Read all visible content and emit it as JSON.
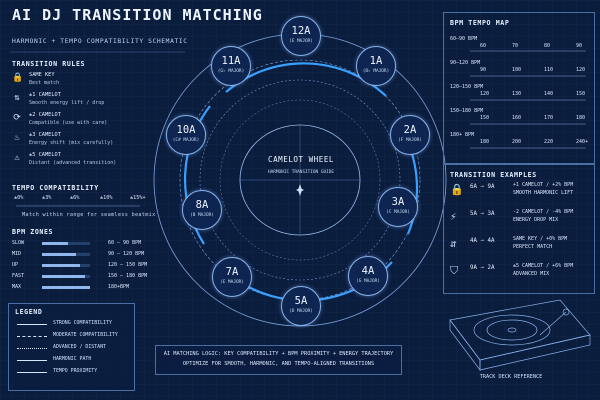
{
  "title": "AI DJ TRANSITION MATCHING",
  "subtitle": "HARMONIC + TEMPO COMPATIBILITY SCHEMATIC",
  "transition_rules": {
    "heading": "TRANSITION RULES",
    "items": [
      {
        "icon": "lock-icon",
        "label": "SAME KEY",
        "desc": "Best match"
      },
      {
        "icon": "arrow-up-icon",
        "label": "±1 CAMELOT",
        "desc": "Smooth energy lift / drop"
      },
      {
        "icon": "sync-icon",
        "label": "±2 CAMELOT",
        "desc": "Compatible (use with care)"
      },
      {
        "icon": "flame-icon",
        "label": "±3 CAMELOT",
        "desc": "Energy shift (mix carefully)"
      },
      {
        "icon": "warning-icon",
        "label": "±5 CAMELOT",
        "desc": "Distant (advanced transition)"
      }
    ]
  },
  "tempo_compat": {
    "heading": "TEMPO COMPATIBILITY",
    "values": [
      "±0%",
      "±3%",
      "±6%",
      "±10%",
      "±15%+"
    ],
    "note": "Match within range for seamless beatmix"
  },
  "bpm_zones": {
    "heading": "BPM ZONES",
    "rows": [
      {
        "name": "SLOW",
        "range": "60 – 90 BPM",
        "level": 0.55
      },
      {
        "name": "MID",
        "range": "90 – 120 BPM",
        "level": 0.7
      },
      {
        "name": "UP",
        "range": "120 – 150 BPM",
        "level": 0.8
      },
      {
        "name": "FAST",
        "range": "150 – 180 BPM",
        "level": 0.9
      },
      {
        "name": "MAX",
        "range": "180+BPM",
        "level": 1.0
      }
    ]
  },
  "legend": {
    "heading": "LEGEND",
    "items": [
      {
        "label": "STRONG COMPATIBILITY"
      },
      {
        "label": "MODERATE COMPATIBILITY"
      },
      {
        "label": "ADVANCED / DISTANT"
      },
      {
        "label": "HARMONIC PATH"
      },
      {
        "label": "TEMPO PROXIMITY"
      }
    ]
  },
  "wheel": {
    "title": "CAMELOT WHEEL",
    "subtitle": "HARMONIC TRANSITION GUIDE",
    "nodes": [
      {
        "key": "12A",
        "mode": "(E MAJOR)"
      },
      {
        "key": "1A",
        "mode": "(B♭ MAJOR)"
      },
      {
        "key": "2A",
        "mode": "(F MAJOR)"
      },
      {
        "key": "3A",
        "mode": "(C MAJOR)"
      },
      {
        "key": "4A",
        "mode": "(G MAJOR)"
      },
      {
        "key": "5A",
        "mode": "(D MAJOR)"
      },
      {
        "key": "7A",
        "mode": "(E MAJOR)"
      },
      {
        "key": "8A",
        "mode": "(B MAJOR)"
      },
      {
        "key": "10A",
        "mode": "(C# MAJOR)"
      },
      {
        "key": "11A",
        "mode": "(G♭ MAJOR)"
      }
    ]
  },
  "bpm_map": {
    "heading": "BPM TEMPO MAP",
    "rows": [
      {
        "label": "60–90 BPM",
        "ticks": [
          "60",
          "70",
          "80",
          "90"
        ]
      },
      {
        "label": "90–120 BPM",
        "ticks": [
          "90",
          "100",
          "110",
          "120"
        ]
      },
      {
        "label": "120–150 BPM",
        "ticks": [
          "120",
          "130",
          "140",
          "150"
        ]
      },
      {
        "label": "150–180 BPM",
        "ticks": [
          "150",
          "160",
          "170",
          "180"
        ]
      },
      {
        "label": "180+ BPM",
        "ticks": [
          "180",
          "200",
          "220",
          "240+"
        ]
      }
    ]
  },
  "examples": {
    "heading": "TRANSITION EXAMPLES",
    "items": [
      {
        "icon": "lock-icon",
        "pair": "6A → 9A",
        "l1": "+1 CAMELOT / +2% BPM",
        "l2": "SMOOTH HARMONIC LIFT"
      },
      {
        "icon": "lightning-icon",
        "pair": "5A → 3A",
        "l1": "-2 CAMELOT / -4% BPM",
        "l2": "ENERGY DROP MIX"
      },
      {
        "icon": "up-down-icon",
        "pair": "4A → 4A",
        "l1": "SAME KEY / +0% BPM",
        "l2": "PERFECT MATCH"
      },
      {
        "icon": "shield-icon",
        "pair": "9A → 2A",
        "l1": "±5 CAMELOT / +6% BPM",
        "l2": "ADVANCED MIX"
      }
    ]
  },
  "logic": {
    "line1": "AI MATCHING LOGIC: KEY COMPATIBILITY + BPM PROXIMITY + ENERGY TRAJECTORY",
    "line2": "OPTIMIZE FOR SMOOTH, HARMONIC, AND TEMPO-ALIGNED TRANSITIONS"
  },
  "deck_caption": "TRACK DECK REFERENCE",
  "colors": {
    "accent": "#4aa3ff",
    "line": "#8ab2ea",
    "bg": "#0b1d3d"
  }
}
